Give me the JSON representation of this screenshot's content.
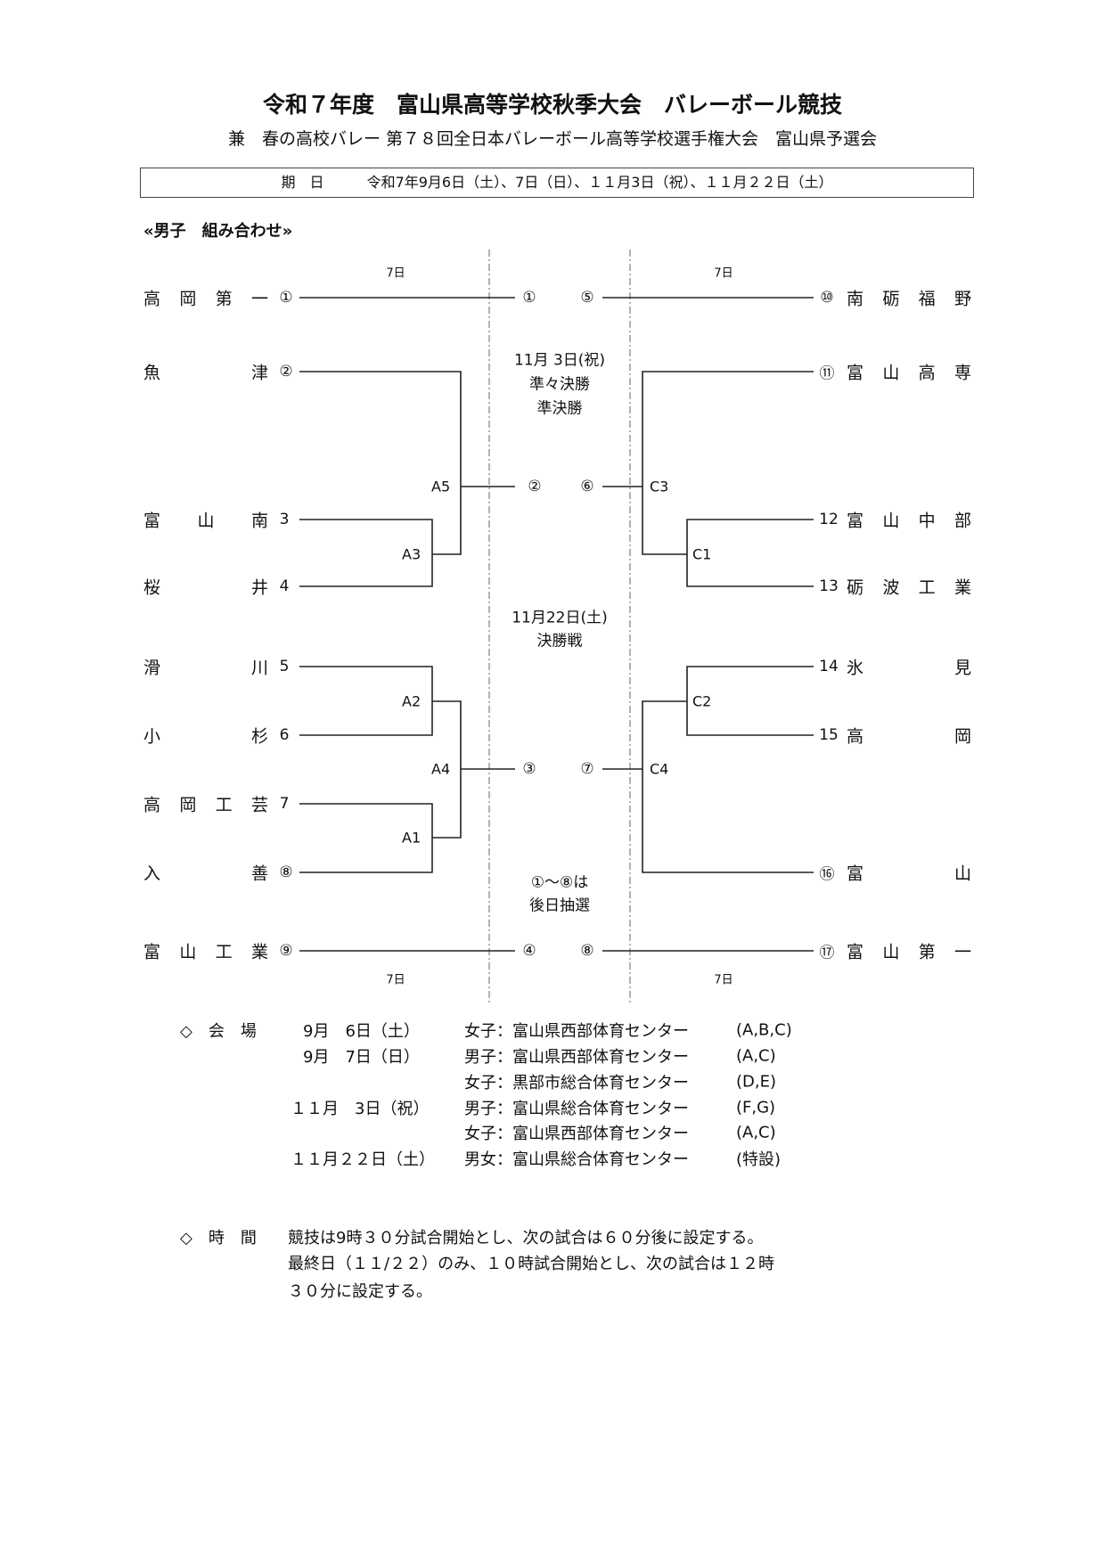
{
  "title": "令和７年度　富山県高等学校秋季大会　バレーボール競技",
  "subtitle": "兼　春の高校バレー 第７８回全日本バレーボール高等学校選手権大会　富山県予選会",
  "dates": {
    "label": "期　日",
    "value": "令和7年9月6日（土）、7日（日）、１１月3日（祝）、１１月２２日（土）"
  },
  "section": "«男子　組み合わせ»",
  "left_teams": [
    {
      "num": "①",
      "name": "高岡第一"
    },
    {
      "num": "②",
      "name": "魚津"
    },
    {
      "num": "3",
      "name": "富山南"
    },
    {
      "num": "4",
      "name": "桜井"
    },
    {
      "num": "5",
      "name": "滑川"
    },
    {
      "num": "6",
      "name": "小杉"
    },
    {
      "num": "7",
      "name": "高岡工芸"
    },
    {
      "num": "⑧",
      "name": "入善"
    },
    {
      "num": "⑨",
      "name": "富山工業"
    }
  ],
  "right_teams": [
    {
      "num": "⑩",
      "name": "南砺福野"
    },
    {
      "num": "⑪",
      "name": "富山高専"
    },
    {
      "num": "12",
      "name": "富山中部"
    },
    {
      "num": "13",
      "name": "砺波工業"
    },
    {
      "num": "14",
      "name": "氷見"
    },
    {
      "num": "15",
      "name": "高岡"
    },
    {
      "num": "⑯",
      "name": "富山"
    },
    {
      "num": "⑰",
      "name": "富山第一"
    }
  ],
  "matches": {
    "A1": "A1",
    "A2": "A2",
    "A3": "A3",
    "A4": "A4",
    "A5": "A5",
    "C1": "C1",
    "C2": "C2",
    "C3": "C3",
    "C4": "C4"
  },
  "seeds": [
    "①",
    "②",
    "③",
    "④",
    "⑤",
    "⑥",
    "⑦",
    "⑧"
  ],
  "day_label": "7日",
  "center": {
    "d1": "11月 3日(祝)",
    "r1": "準々決勝",
    "r2": "準決勝",
    "d2": "11月22日(土)",
    "r3": "決勝戦",
    "n1": "①〜⑧は",
    "n2": "後日抽選"
  },
  "venue": {
    "label": "◇　会　場",
    "rows": [
      {
        "date": "9月　6日（土）",
        "who": "女子：富山県西部体育センター",
        "courts": "(A,B,C)"
      },
      {
        "date": "9月　7日（日）",
        "who": "男子：富山県西部体育センター",
        "courts": "(A,C)"
      },
      {
        "date": "",
        "who": "女子：黒部市総合体育センター",
        "courts": "(D,E)"
      },
      {
        "date": "１１月　3日（祝）",
        "who": "男子：富山県総合体育センター",
        "courts": "(F,G)"
      },
      {
        "date": "",
        "who": "女子：富山県西部体育センター",
        "courts": "(A,C)"
      },
      {
        "date": "１１月２２日（土）",
        "who": "男女：富山県総合体育センター",
        "courts": "(特設)"
      }
    ]
  },
  "time": {
    "label": "◇　時　間",
    "lines": [
      "競技は9時３０分試合開始とし、次の試合は６０分後に設定する。",
      "最終日（１１/２２）のみ、１０時試合開始とし、次の試合は１２時",
      "３０分に設定する。"
    ]
  }
}
